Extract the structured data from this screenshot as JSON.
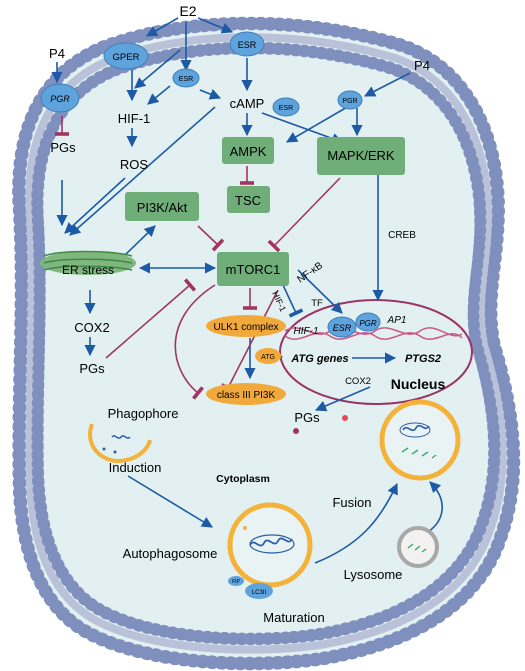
{
  "colors": {
    "cell_fill": "#e2f0f1",
    "membrane_head": "#6f86bd",
    "pathway_box": "#6fae78",
    "orange_node": "#f2a93b",
    "receptor": "#5fa3dd",
    "arrow_blue": "#1d5aa6",
    "inhibit_red": "#a03560",
    "nucleus_border": "#9a3465",
    "vesicle_ring": "#f3b23a",
    "lysosome_ring": "#a8a8a8"
  },
  "labels": {
    "e2": "E2",
    "p4_left": "P4",
    "p4_right": "P4",
    "gper": "GPER",
    "esr_top": "ESR",
    "esr_small1": "ESR",
    "esr_small2": "ESR",
    "pgr_left": "PGR",
    "pgr_right": "PGR",
    "hif1": "HIF-1",
    "ros": "ROS",
    "camp": "cAMP",
    "pgs_left": "PGs",
    "ampk": "AMPK",
    "mapk": "MAPK/ERK",
    "pi3k": "PI3K/Akt",
    "tsc": "TSC",
    "creb": "CREB",
    "er_stress": "ER stress",
    "mtorc1": "mTORC1",
    "nfkb": "NF-κB",
    "tf": "TF",
    "hif1_diag": "HIF-1",
    "cox2_left": "COX2",
    "ulk1": "ULK1 complex",
    "hif1_nuc": "HIF-1",
    "esr_nuc": "ESR",
    "pgr_nuc": "PGR",
    "ap1": "AP1",
    "pgs_mid": "PGs",
    "atg_small": "ATG",
    "atg_genes": "ATG genes",
    "ptgs2": "PTGS2",
    "class3": "class III PI3K",
    "cox2_mid": "COX2",
    "nucleus": "Nucleus",
    "phagophore": "Phagophore",
    "pgs_out": "PGs",
    "induction": "Induction",
    "cytoplasm": "Cytoplasm",
    "fusion": "Fusion",
    "autophagosome": "Autophagosome",
    "lysosome": "Lysosome",
    "fip": "FIP",
    "lc3": "LC3II",
    "maturation": "Maturation"
  }
}
